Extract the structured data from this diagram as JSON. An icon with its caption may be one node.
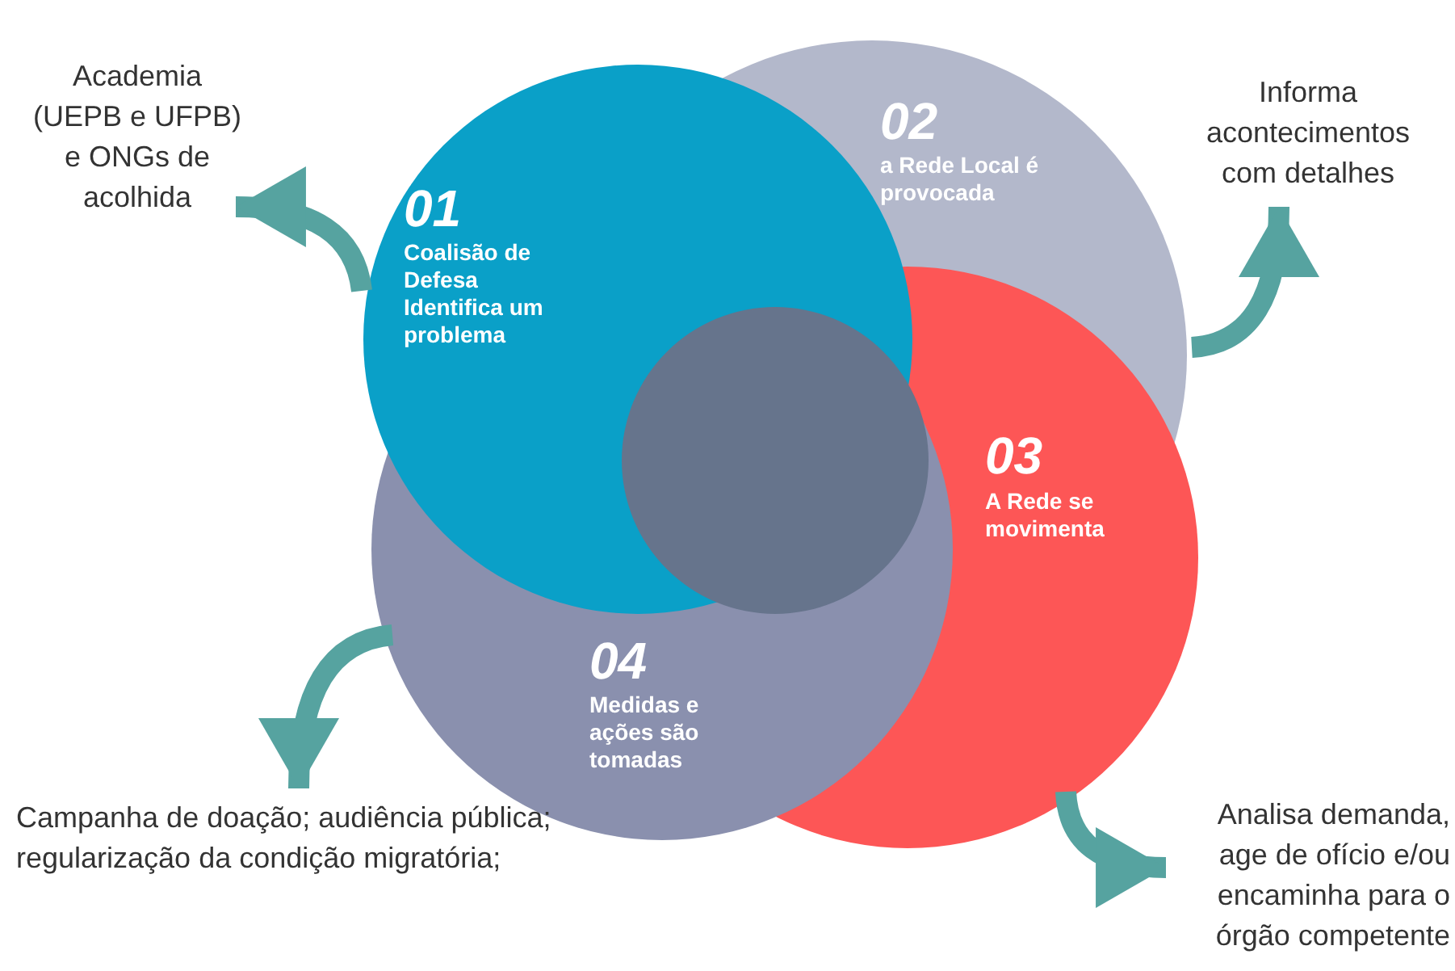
{
  "diagram": {
    "nodes": [
      {
        "text": [
          "Academia (UEPB e UFPB) e ONGs de acolhida"
        ]
      },
      {
        "text": [
          "01",
          "Coalisão de Defesa Identifica um problema"
        ]
      },
      {
        "text": [
          "02",
          "a Rede Local é provocada"
        ]
      },
      {
        "text": [
          "Informa acontecimentos com detalhes"
        ]
      },
      {
        "text": [
          "03",
          "A Rede se movimenta"
        ]
      },
      {
        "text": [
          "04",
          "Medidas e ações são tomadas"
        ]
      },
      {
        "text": [
          "Campanha de doação; audiência pública; regularização da condição migratória;"
        ]
      },
      {
        "text": [
          "Analisa demanda, age de ofício e/ou encaminha para o órgão competente"
        ]
      },
      {
        "text": [],
        "shape": "circle"
      }
    ],
    "edges": [
      {
        "from": 1,
        "to": 0,
        "arrow": "to"
      },
      {
        "from": 2,
        "to": 3,
        "arrow": "to"
      },
      {
        "from": 4,
        "to": 7,
        "arrow": "to"
      },
      {
        "from": 5,
        "to": 6,
        "arrow": "to"
      }
    ]
  }
}
